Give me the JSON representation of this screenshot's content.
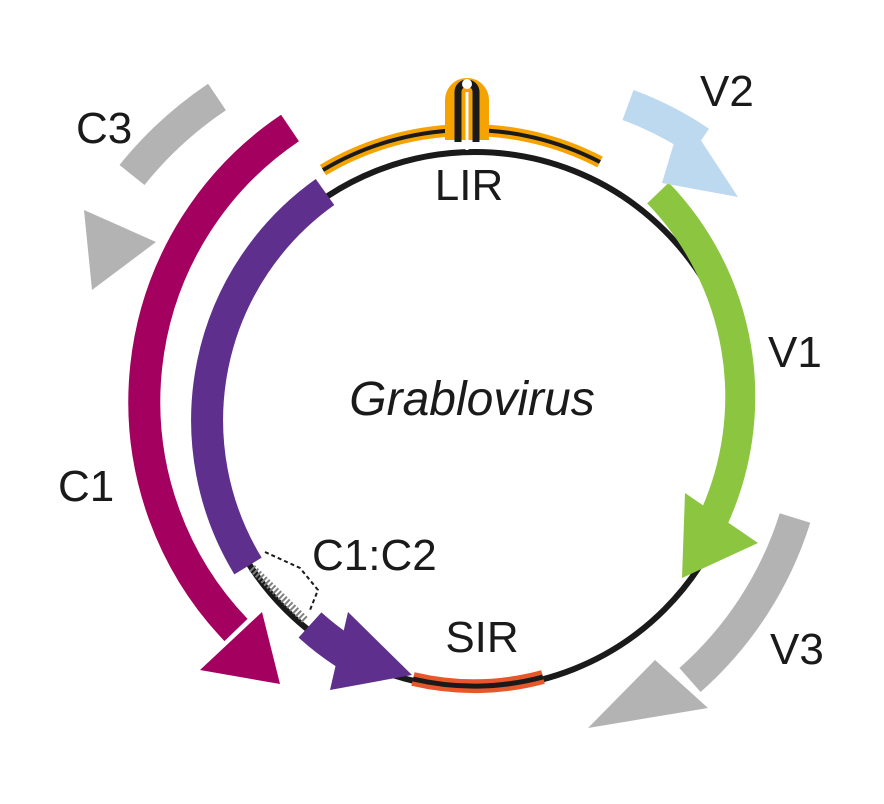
{
  "diagram": {
    "genome_name": "Grablovirus",
    "labels": {
      "lir": "LIR",
      "sir": "SIR",
      "v1": "V1",
      "v2": "V2",
      "v3": "V3",
      "c1": "C1",
      "c3": "C3",
      "c1c2": "C1:C2"
    },
    "colors": {
      "backbone": "#1a1a1a",
      "lir": "#f5a300",
      "sir": "#e8572a",
      "v1": "#8cc53f",
      "v2": "#bcd9f0",
      "v3": "#b3b3b3",
      "c1": "#a3005f",
      "c2": "#5e2f8c",
      "c3": "#b3b3b3"
    }
  }
}
